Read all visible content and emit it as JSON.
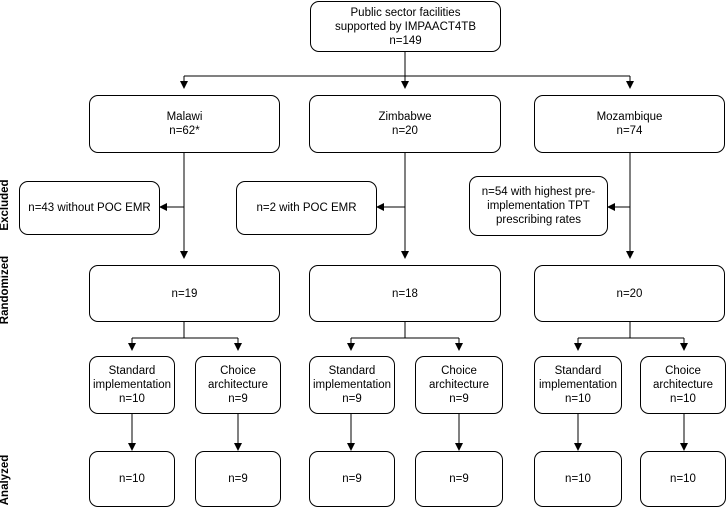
{
  "top": {
    "text": "Public sector facilities\nsupported by IMPAACT4TB\nn=149"
  },
  "side_labels": {
    "excluded": "Excluded",
    "randomized": "Randomized",
    "analyzed": "Analyzed"
  },
  "countries": [
    {
      "label": "Malawi\nn=62*",
      "excluded": "n=43 without POC EMR",
      "randomized": "n=19",
      "arms": [
        {
          "label": "Standard\nimplementation\nn=10",
          "analyzed": "n=10"
        },
        {
          "label": "Choice\narchitecture\nn=9",
          "analyzed": "n=9"
        }
      ]
    },
    {
      "label": "Zimbabwe\nn=20",
      "excluded": "n=2 with POC EMR",
      "randomized": "n=18",
      "arms": [
        {
          "label": "Standard\nimplementation\nn=9",
          "analyzed": "n=9"
        },
        {
          "label": "Choice\narchitecture\nn=9",
          "analyzed": "n=9"
        }
      ]
    },
    {
      "label": "Mozambique\nn=74",
      "excluded": "n=54 with highest pre-\nimplementation TPT\nprescribing rates",
      "randomized": "n=20",
      "arms": [
        {
          "label": "Standard\nimplementation\nn=10",
          "analyzed": "n=10"
        },
        {
          "label": "Choice\narchitecture\nn=10",
          "analyzed": "n=10"
        }
      ]
    }
  ],
  "colors": {
    "line": "#000000",
    "box_border": "#000000",
    "background": "#ffffff"
  }
}
